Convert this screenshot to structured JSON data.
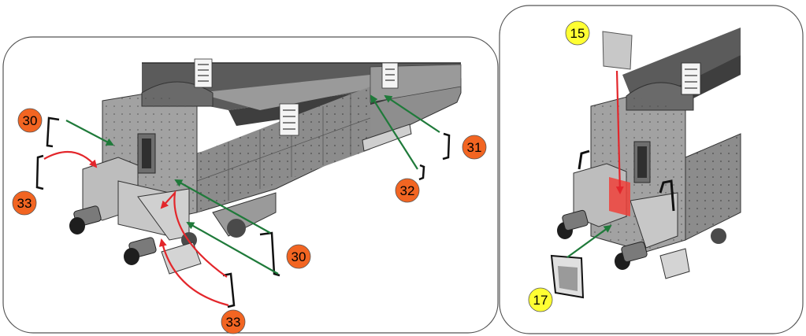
{
  "colors": {
    "orange_callout": "#f26522",
    "yellow_callout": "#ffff33",
    "green_arrow": "#1f7a3a",
    "red_arrow": "#e3262b",
    "body_gray": "#8e8e8e",
    "dark_gray": "#5a5a5a",
    "light_gray": "#c8c8c8",
    "highlight_red": "#f0413a"
  },
  "left_panel": {
    "callouts": [
      {
        "label": "30"
      },
      {
        "label": "33"
      },
      {
        "label": "30"
      },
      {
        "label": "33"
      },
      {
        "label": "31"
      },
      {
        "label": "32"
      }
    ]
  },
  "right_panel": {
    "callouts": [
      {
        "label": "15"
      },
      {
        "label": "17"
      }
    ]
  }
}
